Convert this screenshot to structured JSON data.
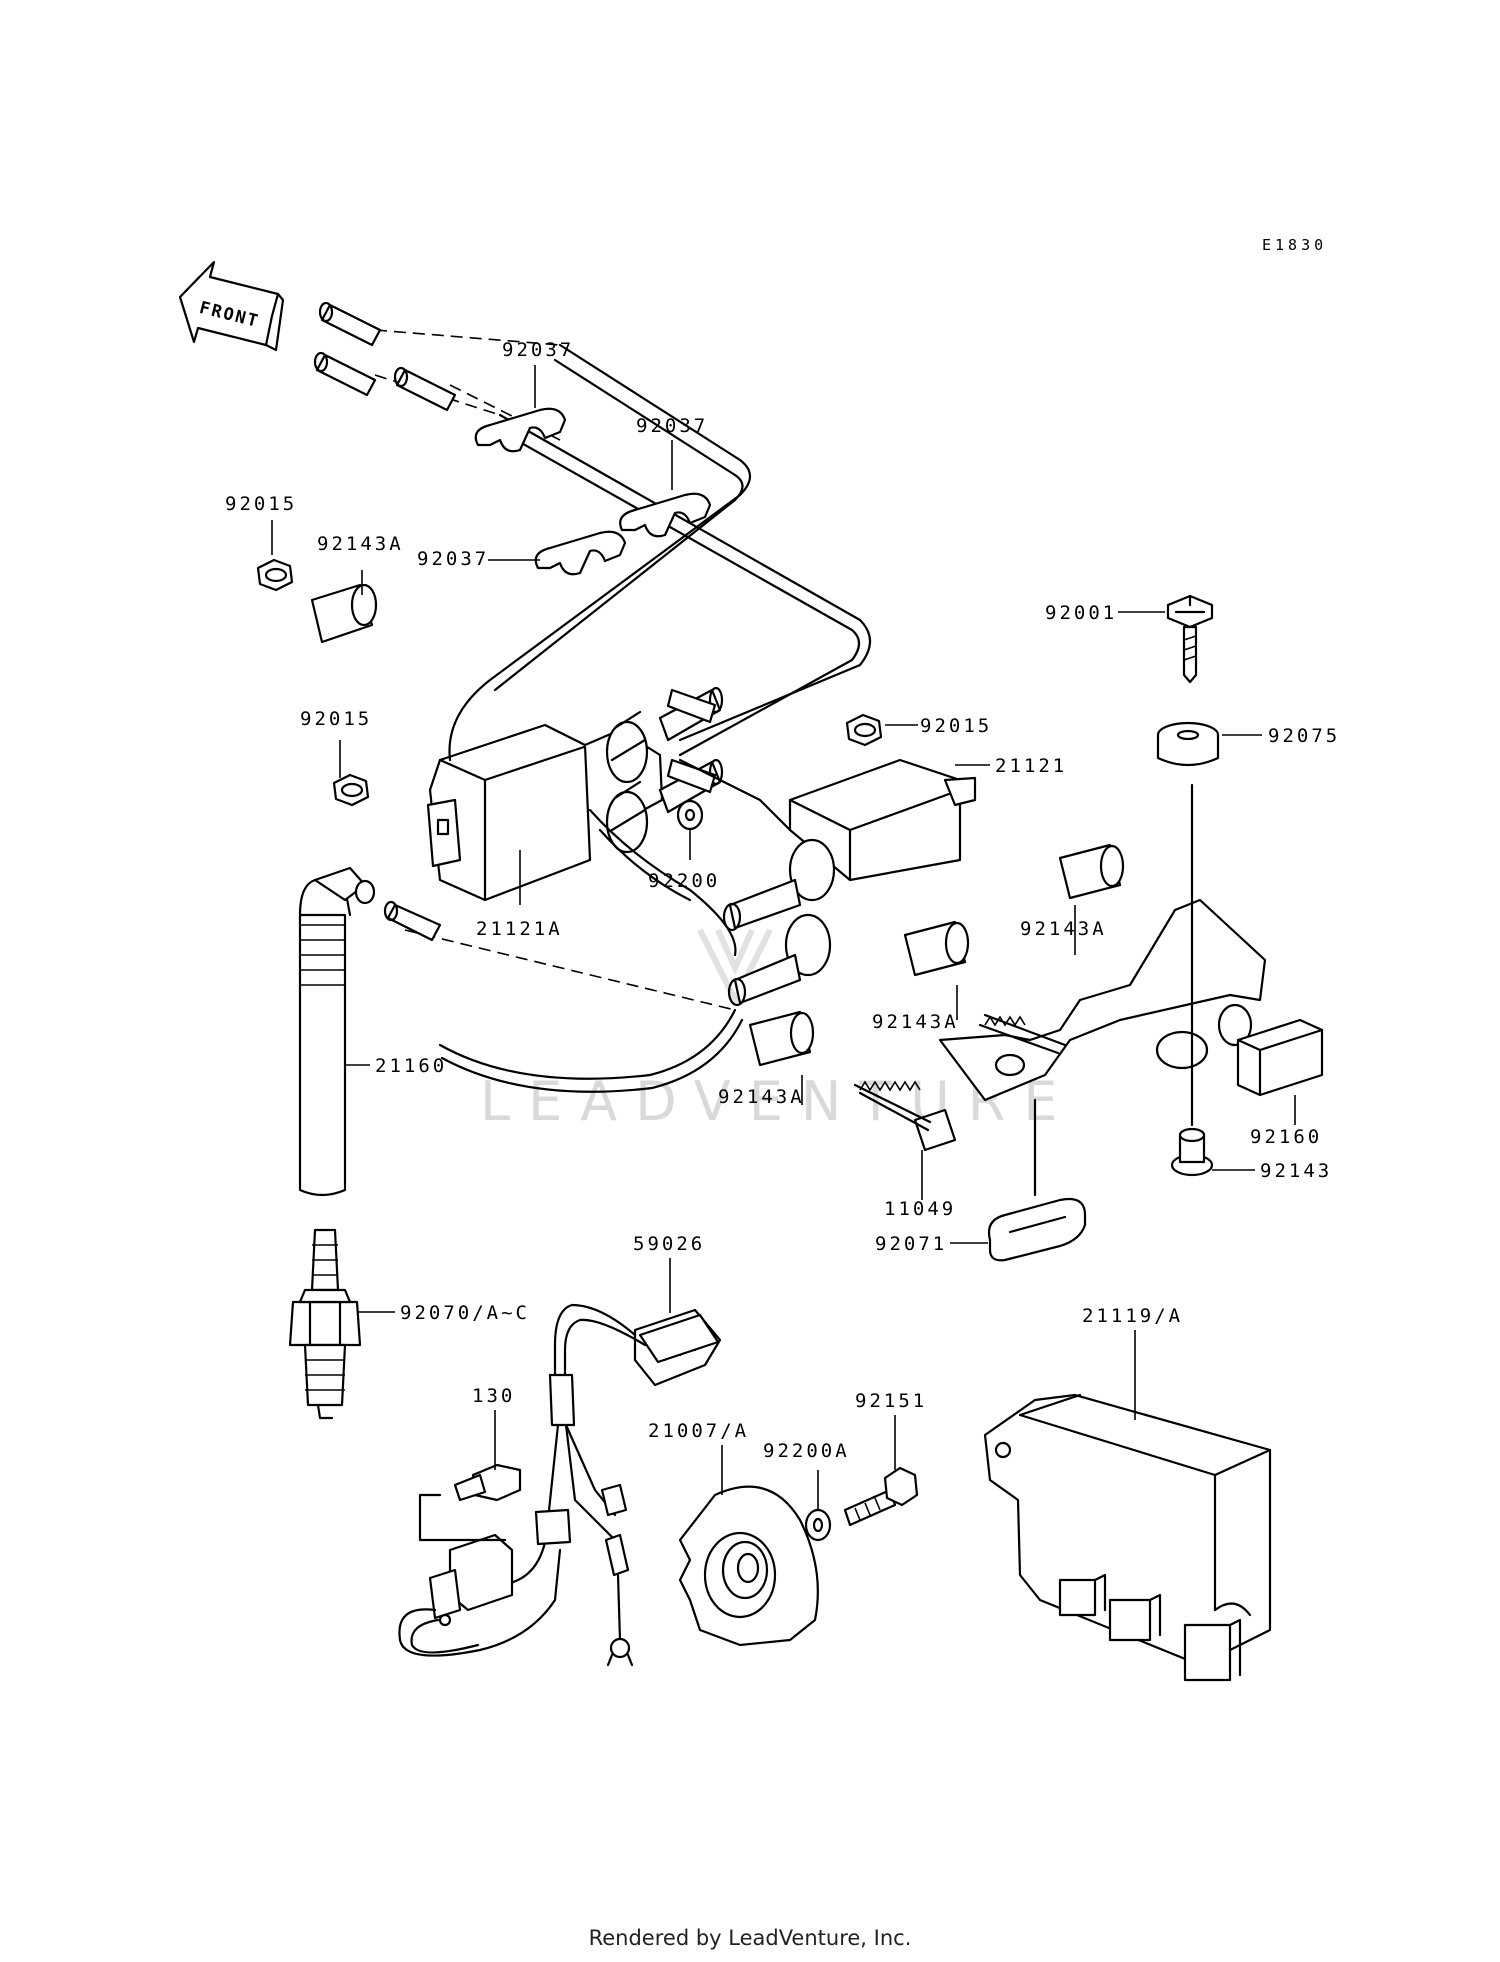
{
  "diagram_ref": "E1830",
  "front_arrow": "FRONT",
  "watermark": "LEADVENTURE",
  "footer": "Rendered by LeadVenture, Inc.",
  "callouts": [
    "92037",
    "92037",
    "92037",
    "92015",
    "92015",
    "92015",
    "92143A",
    "92143A",
    "92143A",
    "92143A",
    "21121A",
    "21121",
    "92200",
    "92001",
    "92075",
    "92160",
    "92143",
    "21160",
    "11049",
    "92071",
    "92070/A~C",
    "59026",
    "130",
    "21007/A",
    "92200A",
    "92151",
    "21119/A"
  ]
}
